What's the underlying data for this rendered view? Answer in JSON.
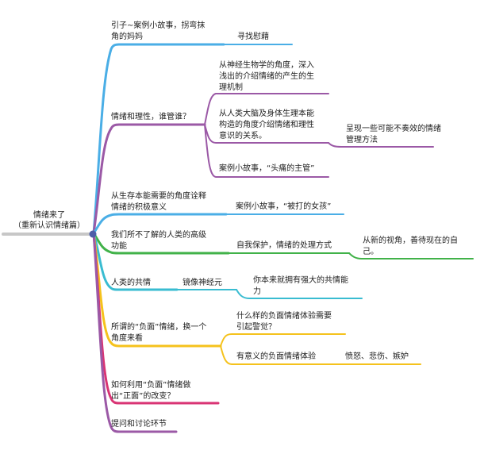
{
  "mindmap": {
    "root": {
      "line1": "情绪来了",
      "line2": "（重新认识情绪篇）"
    },
    "colors": {
      "root": "#c7c7c7",
      "blue": "#4aaee6",
      "purple": "#9b59a6",
      "green": "#41b249",
      "teal": "#39bcd1",
      "yellow": "#f5c21c",
      "pink": "#d93474",
      "node": "#4d5fa8"
    },
    "branches": {
      "b1": {
        "label": "引子~案例小故事，拐弯抹\n角的妈妈",
        "children": {
          "c1": "寻找慰藉"
        }
      },
      "b2": {
        "label": "情绪和理性，谁管谁？",
        "children": {
          "c1": "从神经生物学的角度，深入\n浅出的介绍情绪的产生的生\n理机制",
          "c2": "从人类大脑及身体生理本能\n构造的角度介绍情绪和理性\n意识的关系。",
          "c2a": "呈现一些可能不奏效的情绪\n管理方法",
          "c3": "案例小故事，“头痛的主管”"
        }
      },
      "b3": {
        "label": "从生存本能需要的角度诠释\n情绪的积极意义",
        "children": {
          "c1": "案例小故事，“被打的女孩”"
        }
      },
      "b4": {
        "label": "我们所不了解的人类的高级\n功能",
        "children": {
          "c1": "自我保护，情绪的处理方式",
          "c1a": "从新的视角，善待现在的自\n己。"
        }
      },
      "b5": {
        "label": "人类的共情",
        "children": {
          "c1": "镜像神经元",
          "c1a": "你本来就拥有强大的共情能\n力"
        }
      },
      "b6": {
        "label": "所谓的“负面”情绪，换一个\n角度来看",
        "children": {
          "c1": "什么样的负面情绪体验需要\n引起警觉？",
          "c2": "有意义的负面情绪体验",
          "c2a": "愤怒、悲伤、嫉妒"
        }
      },
      "b7": {
        "label": "如何利用“负面”情绪做\n出“正面”的改变？"
      },
      "b8": {
        "label": "提问和讨论环节"
      }
    }
  }
}
